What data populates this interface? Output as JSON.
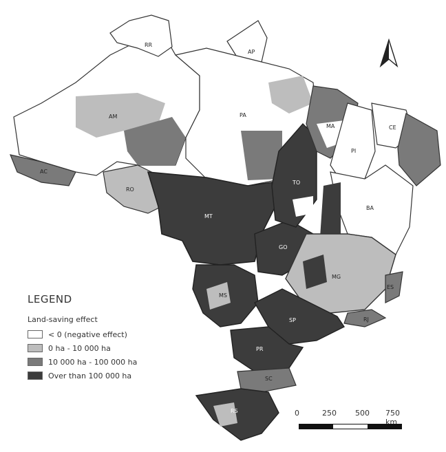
{
  "legend": {
    "title": "LEGEND",
    "subtitle": "Land-saving effect",
    "classes": [
      {
        "label": "< 0 (negative effect)",
        "color": "#ffffff"
      },
      {
        "label": "0 ha - 10 000 ha",
        "color": "#bdbdbd"
      },
      {
        "label": "10 000 ha - 100 000 ha",
        "color": "#7a7a7a"
      },
      {
        "label": "Over than 100 000 ha",
        "color": "#3c3c3c"
      }
    ]
  },
  "scale": {
    "ticks": [
      "0",
      "250",
      "500",
      "750 km"
    ],
    "colors": [
      "#111111",
      "#ffffff",
      "#111111"
    ]
  },
  "north_arrow": {
    "icon": "north-arrow-icon"
  },
  "states": [
    "RR",
    "AP",
    "AM",
    "PA",
    "MA",
    "AC",
    "RO",
    "MT",
    "TO",
    "PI",
    "CE",
    "BA",
    "GO",
    "MG",
    "MS",
    "SP",
    "RJ",
    "ES",
    "PR",
    "SC",
    "RS"
  ]
}
